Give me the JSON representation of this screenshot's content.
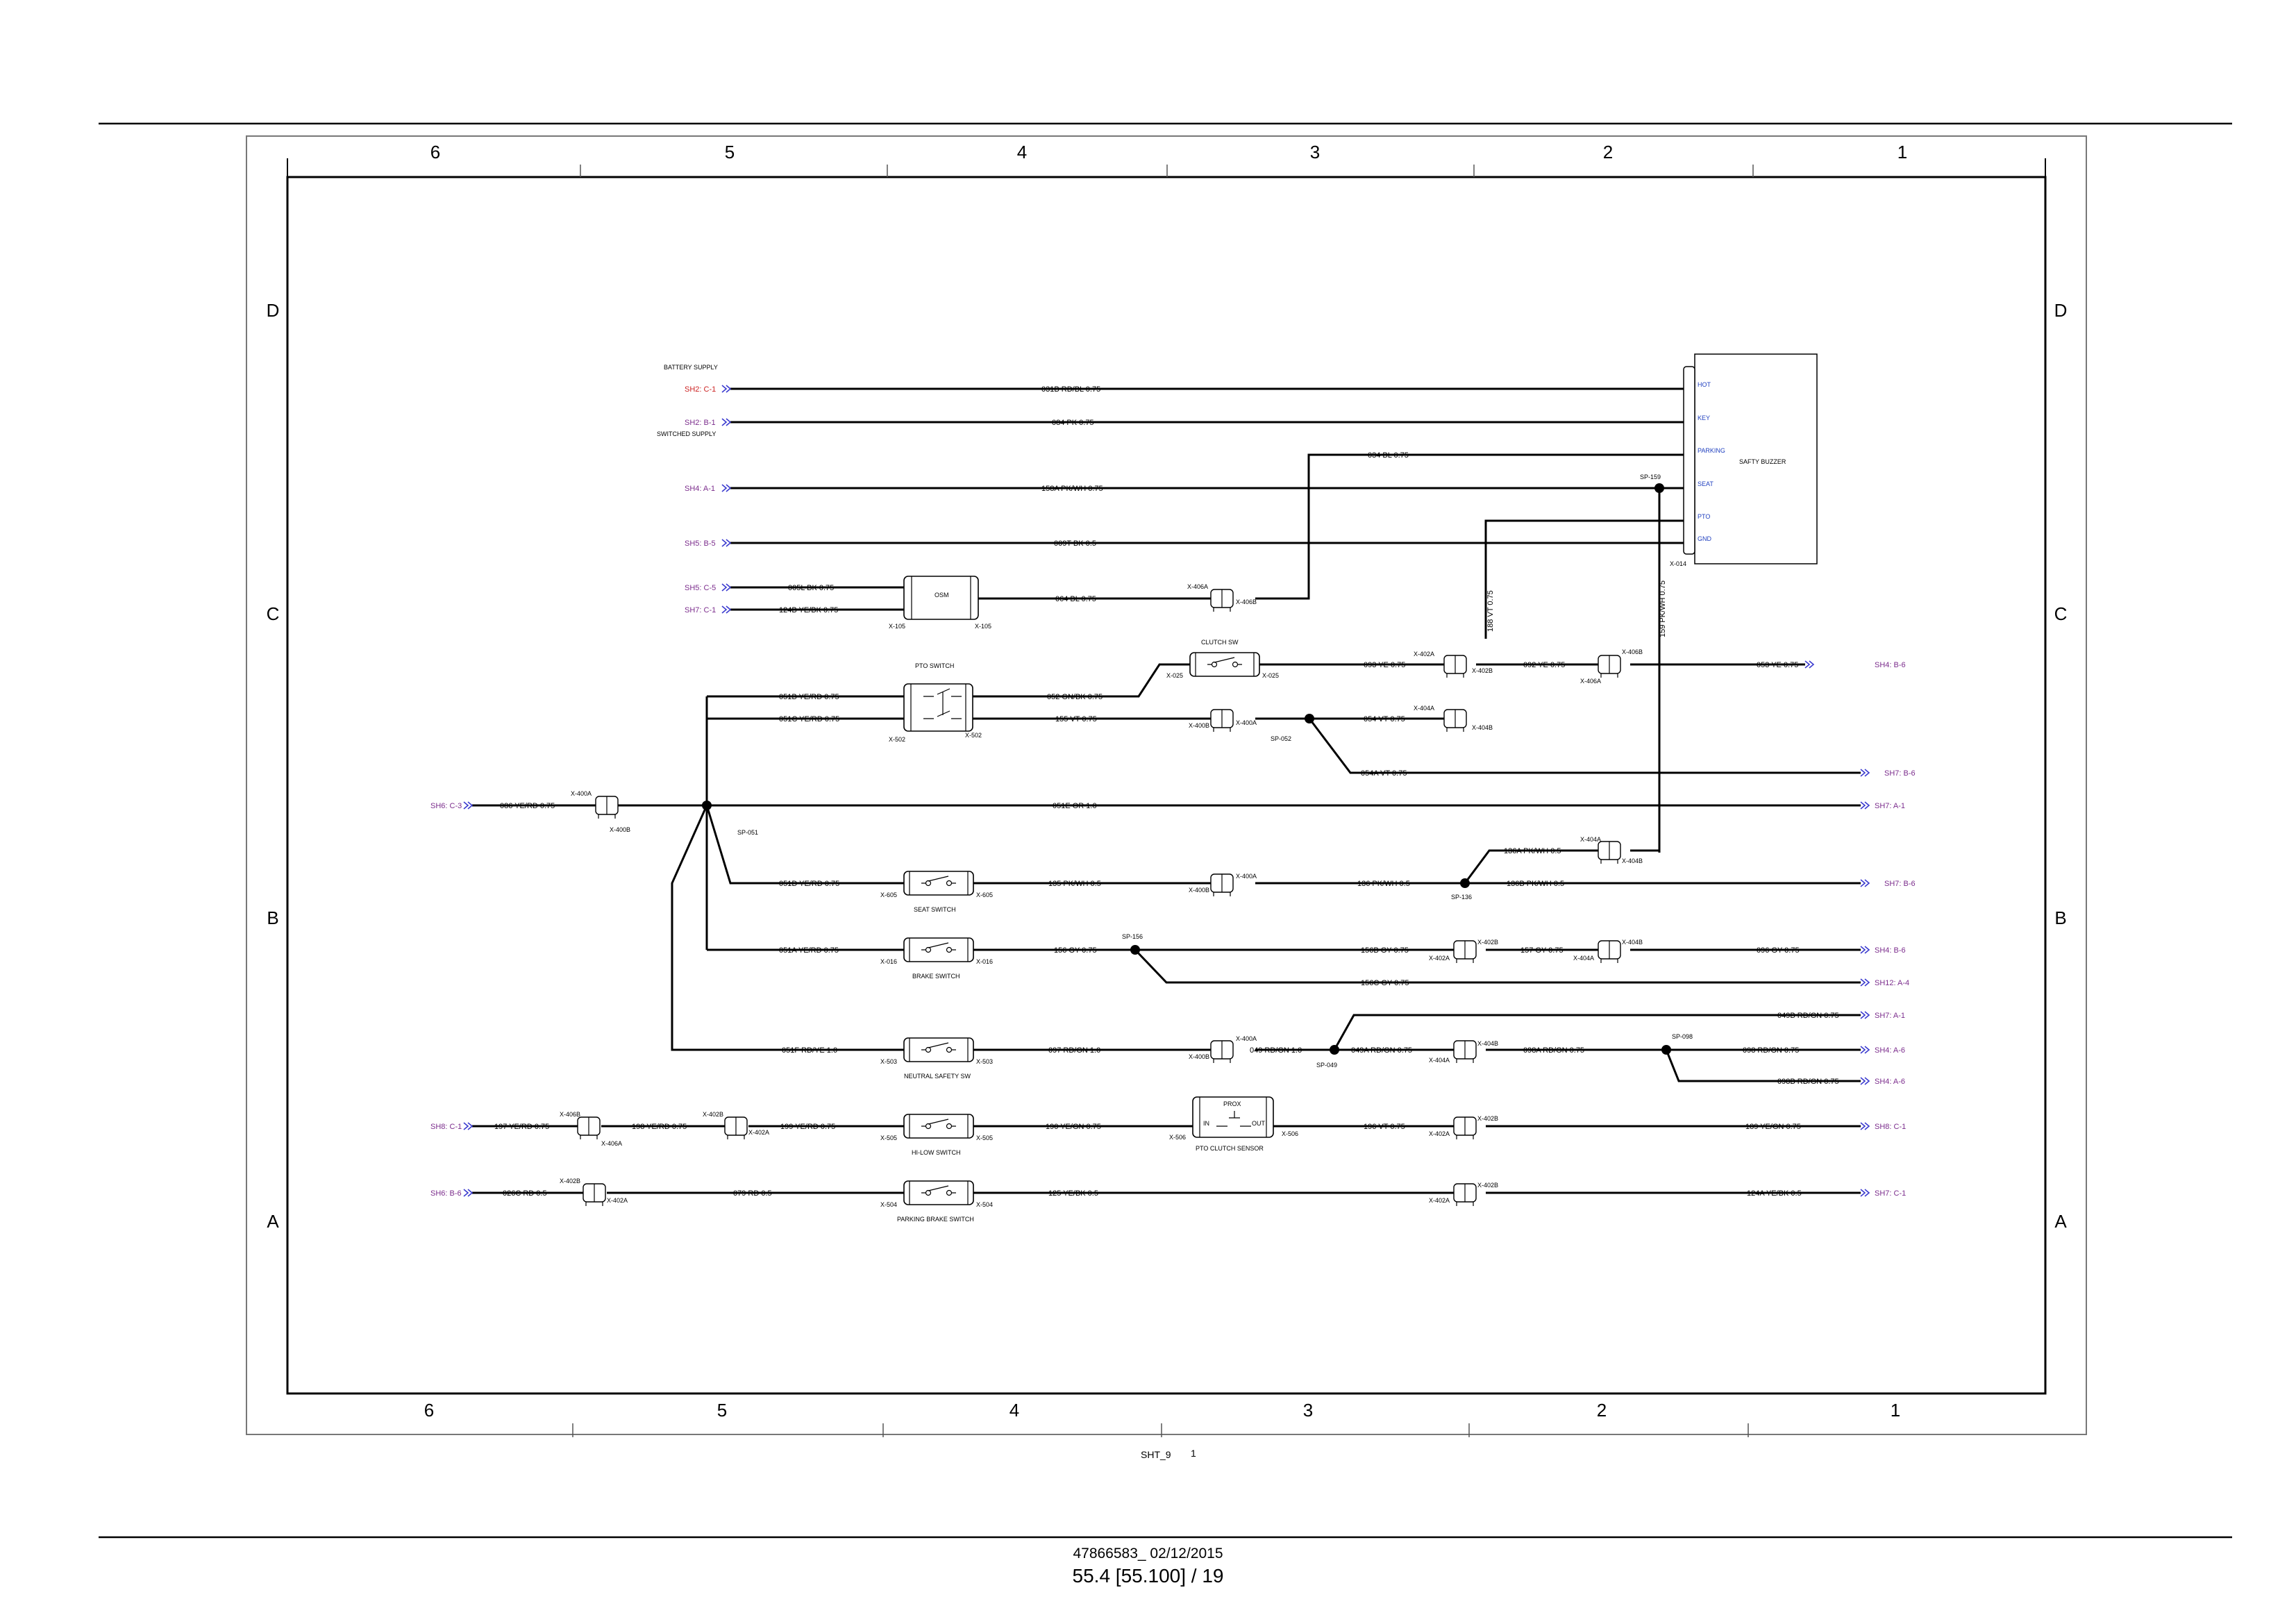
{
  "grid": {
    "columns": [
      "6",
      "5",
      "4",
      "3",
      "2",
      "1"
    ],
    "rows": [
      "D",
      "C",
      "B",
      "A"
    ]
  },
  "colors": {
    "offsheet_ref": "#7b2c8c",
    "battery_ref": "#cc2222",
    "pin_label": "#1f3fbf",
    "wire": "#000000"
  },
  "sheet_labels": {
    "battery_supply": "BATTERY SUPPLY",
    "switched_supply": "SWITCHED SUPPLY",
    "sheet_id": "SHT_9",
    "sheet_num": "1"
  },
  "refs": {
    "sh2_c1": "SH2: C-1",
    "sh2_b1": "SH2: B-1",
    "sh4_a1": "SH4: A-1",
    "sh5_b5": "SH5: B-5",
    "sh5_c5": "SH5: C-5",
    "sh7_c1_in": "SH7: C-1",
    "sh6_c3": "SH6: C-3",
    "sh8_c1_in": "SH8: C-1",
    "sh6_b6": "SH6: B-6",
    "sh4_b6_a": "SH4: B-6",
    "sh7_b6_a": "SH7: B-6",
    "sh7_a1_a": "SH7: A-1",
    "sh7_b6_b": "SH7: B-6",
    "sh4_b6_b": "SH4: B-6",
    "sh12_a4": "SH12: A-4",
    "sh7_a1_b": "SH7: A-1",
    "sh4_a6_a": "SH4: A-6",
    "sh4_a6_b": "SH4: A-6",
    "sh8_c1_out": "SH8: C-1",
    "sh7_c1_out": "SH7: C-1"
  },
  "wires": {
    "w031B": "031B RD/BL 0.75",
    "w084": "084 PK 0.75",
    "w034": "034 BL 0.75",
    "w158A": "158A PK/WH 0.75",
    "w009T": "009T BK 0.5",
    "w005L": "005L BK 0.75",
    "w124B": "124B YE/BK 0.75",
    "w064": "064 BL 0.75",
    "w188": "188 VT 0.75",
    "w159": "159 PK/WH 0.75",
    "w093": "093 YE 0.75",
    "w092": "092 YE 0.75",
    "w053": "053 YE 0.75",
    "w051B": "051B YE/RD 0.75",
    "w052": "052 GN/BK 0.75",
    "w051C": "051C YE/RD 0.75",
    "w155": "155 VT 0.75",
    "w054": "054 VT 0.75",
    "w054A": "054A VT 0.75",
    "w086": "086 YE/RD 0.75",
    "w051E": "051E OR 1.0",
    "w136A": "136A PK/WH 0.5",
    "w051D": "051D YE/RD 0.75",
    "w135": "135 PK/WH 0.5",
    "w136": "136 PK/WH 0.5",
    "w136B": "136B PK/WH 0.5",
    "w051A": "051A YE/RD 0.75",
    "w156": "156 GY 0.75",
    "w156B": "156B GY 0.75",
    "w157": "157 GY 0.75",
    "w096": "096 GY 0.75",
    "w156C": "156C GY 0.75",
    "w049B": "049B RD/GN 0.75",
    "w051F": "051F RD/YE 1.0",
    "w097": "097 RD/GN 1.0",
    "w049": "049 RD/GN 1.0",
    "w049A": "049A RD/GN 0.75",
    "w098A": "098A RD/GN 0.75",
    "w098": "098 RD/GN 0.75",
    "w098B": "098B RD/GN 0.75",
    "w197": "197 YE/RD 0.75",
    "w198": "198 YE/RD 0.75",
    "w199": "199 YE/RD 0.75",
    "w190": "190 YE/GN 0.75",
    "w196": "196 VT 0.75",
    "w189": "189 YE/GN 0.75",
    "w026C": "026C RD 0.5",
    "w079": "079 RD 0.5",
    "w125": "125 YE/BK 0.5",
    "w124A": "124A YE/BK 0.5"
  },
  "components": {
    "safety_buzzer": "SAFTY BUZZER",
    "x014": "X-014",
    "osm": "OSM",
    "x105a": "X-105",
    "x105b": "X-105",
    "pto_switch": "PTO SWITCH",
    "x502a": "X-502",
    "x502b": "X-502",
    "clutch_sw": "CLUTCH SW",
    "x025a": "X-025",
    "x025b": "X-025",
    "seat_switch": "SEAT SWITCH",
    "x605a": "X-605",
    "x605b": "X-605",
    "brake_switch": "BRAKE SWITCH",
    "x016a": "X-016",
    "x016b": "X-016",
    "neutral_safety_sw": "NEUTRAL SAFETY SW",
    "x503a": "X-503",
    "x503b": "X-503",
    "hi_low_switch": "HI-LOW SWITCH",
    "x505a": "X-505",
    "x505b": "X-505",
    "pto_clutch_sensor": "PTO CLUTCH SENSOR",
    "prox": "PROX",
    "in": "IN",
    "out": "OUT",
    "x506a": "X-506",
    "x506b": "X-506",
    "parking_brake_switch": "PARKING BRAKE SWITCH",
    "x504a": "X-504",
    "x504b": "X-504"
  },
  "buzzer_pins": {
    "hot": "HOT",
    "key": "KEY",
    "parking": "PARKING",
    "seat": "SEAT",
    "pto": "PTO",
    "gnd": "GND"
  },
  "connectors": {
    "c1a": "X-406A",
    "c1b": "X-406B",
    "c2a": "X-402A",
    "c2b": "X-402B",
    "c3a": "X-406B",
    "c3b": "X-406A",
    "c4a": "X-404A",
    "c4b": "X-404B",
    "c5a": "X-400B",
    "c5b": "X-400A",
    "c6a": "X-400A",
    "c6b": "X-400B",
    "c7a": "X-404A",
    "c7b": "X-404B",
    "c8a": "X-400A",
    "c8b": "X-400B",
    "c9a": "X-402B",
    "c9b": "X-402A",
    "c10a": "X-404B",
    "c10b": "X-404A",
    "c11a": "X-400A",
    "c11b": "X-400B",
    "c12a": "X-404B",
    "c12b": "X-404A",
    "c13a": "X-406B",
    "c13b": "X-406A",
    "c14a": "X-402B",
    "c14b": "X-402A",
    "c15a": "X-402B",
    "c15b": "X-402A",
    "c16a": "X-402B",
    "c16b": "X-402A",
    "c17a": "X-402B",
    "c17b": "X-402A"
  },
  "splices": {
    "sp159": "SP-159",
    "sp052": "SP-052",
    "sp051": "SP-051",
    "sp136": "SP-136",
    "sp156": "SP-156",
    "sp049": "SP-049",
    "sp098": "SP-098"
  },
  "footer": {
    "doc_line": "47866583_ 02/12/2015",
    "page_line": "55.4 [55.100] / 19"
  }
}
